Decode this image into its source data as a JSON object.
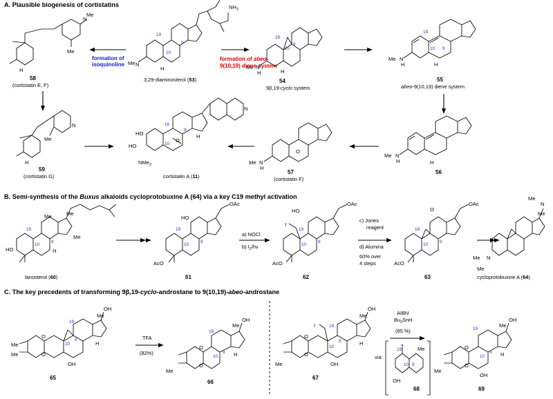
{
  "sections": {
    "a": {
      "title": "A. Plausible biogenesis of cortistatins"
    },
    "b": {
      "title_pre": "B. Semi-synthesis of the ",
      "title_genus": "Buxus",
      "title_post": " alkaloids cycloprotobuxine A (64) via a key C19 methyl activation"
    },
    "c": {
      "title_pre": "C. The key precedents of transforming 9β,19-",
      "title_cyclo": "cyclo",
      "title_mid": "-androstane to 9(10,19)-",
      "title_abeo": "abeo",
      "title_post": "-androstane"
    }
  },
  "compounds": {
    "c58": {
      "number": "58",
      "caption": "(cortistatin E, F)"
    },
    "c53": {
      "caption_pre": "3,29-diaminosterol (",
      "number": "53",
      "caption_post": ")"
    },
    "c54": {
      "number": "54",
      "caption_pre": "9β,19-",
      "caption_cyclo": "cyclo",
      "caption_post": " system"
    },
    "c55": {
      "number": "55",
      "caption_abeo": "abeo",
      "caption_post": "-9(10,19) diene system"
    },
    "c59": {
      "number": "59",
      "caption": "(cortistatin G)"
    },
    "c11": {
      "caption_pre": "cortistatin A (",
      "number": "11",
      "caption_post": ")"
    },
    "c57": {
      "number": "57",
      "caption": "(cortistatin F)"
    },
    "c56": {
      "number": "56"
    },
    "c60": {
      "caption_pre": "lanosterol (",
      "number": "60",
      "caption_post": ")"
    },
    "c61": {
      "number": "61"
    },
    "c62": {
      "number": "62"
    },
    "c63": {
      "number": "63"
    },
    "c64": {
      "caption_pre": "cycloprotobuxine A (",
      "number": "64",
      "caption_post": ")"
    },
    "c65": {
      "number": "65"
    },
    "c66": {
      "number": "66"
    },
    "c67": {
      "number": "67"
    },
    "c68": {
      "number": "68"
    },
    "c69": {
      "number": "69"
    }
  },
  "arrows": {
    "isoquinoline": {
      "line1": "formation of",
      "line2": "isoquinoline"
    },
    "abeo_diene": {
      "line1": "formation of ",
      "line1_abeo": "abeo",
      "line1_post": "-",
      "line2": "9(10,19) diene system"
    },
    "nocl": {
      "step_a": "a) NOCl",
      "step_b_pre": "b) I",
      "step_b_sub": "2",
      "step_b_post": "/hν"
    },
    "jones": {
      "step_c": "c) Jones",
      "step_c2": "reagent",
      "step_d": "d) Alumina",
      "yield1": "60% over",
      "yield2": "4 steps"
    },
    "tfa": {
      "reagent": "TFA",
      "yield": "(82%)"
    },
    "aibn": {
      "reagent1": "AIBN",
      "reagent2_pre": "Bu",
      "reagent2_sub": "3",
      "reagent2_post": "SnH",
      "yield": "(85 %)",
      "via": "via:"
    }
  },
  "atoms": {
    "nh2": "NH",
    "nh2_sub": "2",
    "me": "Me",
    "n": "N",
    "h": "H",
    "oh": "OH",
    "ho": "HO",
    "o": "O",
    "nme2": "NMe",
    "nme2_sub": "2",
    "oac": "OAc",
    "aco": "AcO",
    "i": "I",
    "n_me": "N",
    "me2n": "Me",
    "n2": "N"
  },
  "locants": {
    "n19": "19",
    "n10": "10",
    "n9": "9",
    "n16": "16"
  }
}
